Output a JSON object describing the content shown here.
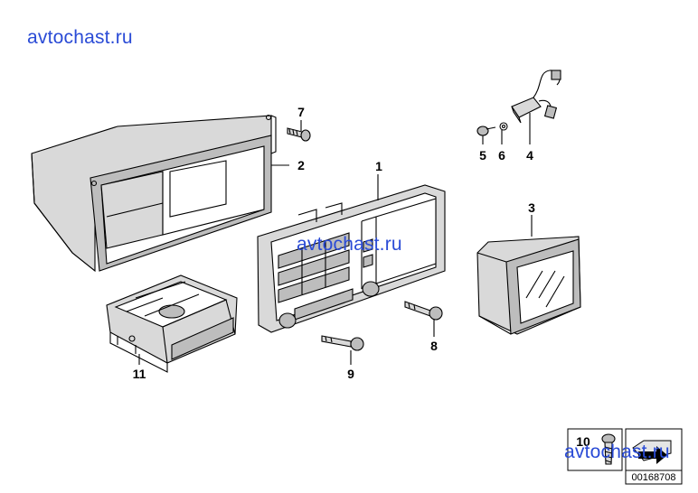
{
  "watermarks": [
    "avtochast.ru",
    "avtochast.ru",
    "avtochast.ru"
  ],
  "parts": {
    "p1": "1",
    "p2": "2",
    "p3": "3",
    "p4": "4",
    "p5": "5",
    "p6": "6",
    "p7": "7",
    "p8": "8",
    "p9": "9",
    "p10": "10",
    "p11": "11"
  },
  "diagram_ref": "00168708"
}
